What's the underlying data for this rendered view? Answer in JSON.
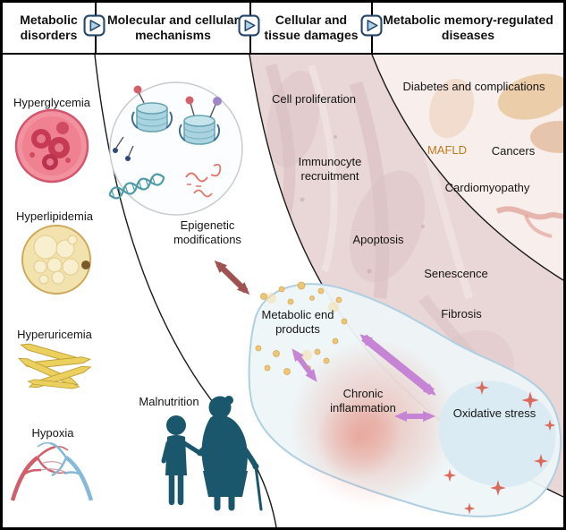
{
  "header": {
    "columns": [
      {
        "label": "Metabolic disorders"
      },
      {
        "label": "Molecular and cellular mechanisms"
      },
      {
        "label": "Cellular and tissue damages"
      },
      {
        "label": "Metabolic memory-regulated diseases"
      }
    ],
    "flow_icon": "right-arrow-chevron"
  },
  "disorders": {
    "items": [
      {
        "label": "Hyperglycemia",
        "icon": "red-blood-cell-icon"
      },
      {
        "label": "Hyperlipidemia",
        "icon": "adipocyte-icon"
      },
      {
        "label": "Hyperuricemia",
        "icon": "urate-crystals-icon"
      },
      {
        "label": "Hypoxia",
        "icon": "blood-vessels-icon"
      },
      {
        "label": "Malnutrition",
        "icon": "people-silhouettes-icon"
      }
    ]
  },
  "mechanisms": {
    "epigenetic": "Epigenetic modifications",
    "metabolic_end_products": "Metabolic end products",
    "chronic_inflammation": "Chronic inflammation",
    "oxidative_stress": "Oxidative stress"
  },
  "damages": {
    "items": [
      "Cell proliferation",
      "Immunocyte recruitment",
      "Apoptosis",
      "Senescence",
      "Fibrosis"
    ]
  },
  "diseases": {
    "items": [
      "Diabetes and complications",
      "MAFLD",
      "Cancers",
      "Cardiomyopathy"
    ]
  },
  "colors": {
    "arrow_red": "#a05252",
    "arrow_purple": "#c585d4",
    "mafld_text": "#c07a1e",
    "chevron_blue": "#aed4ec",
    "chevron_border": "#24466b",
    "people_teal": "#1a566c",
    "tissue_pink": "#e9d6d6",
    "disease_pink": "#f8eeec",
    "blob_fill": "#eef5f8",
    "blob_border": "#aed0e2"
  }
}
